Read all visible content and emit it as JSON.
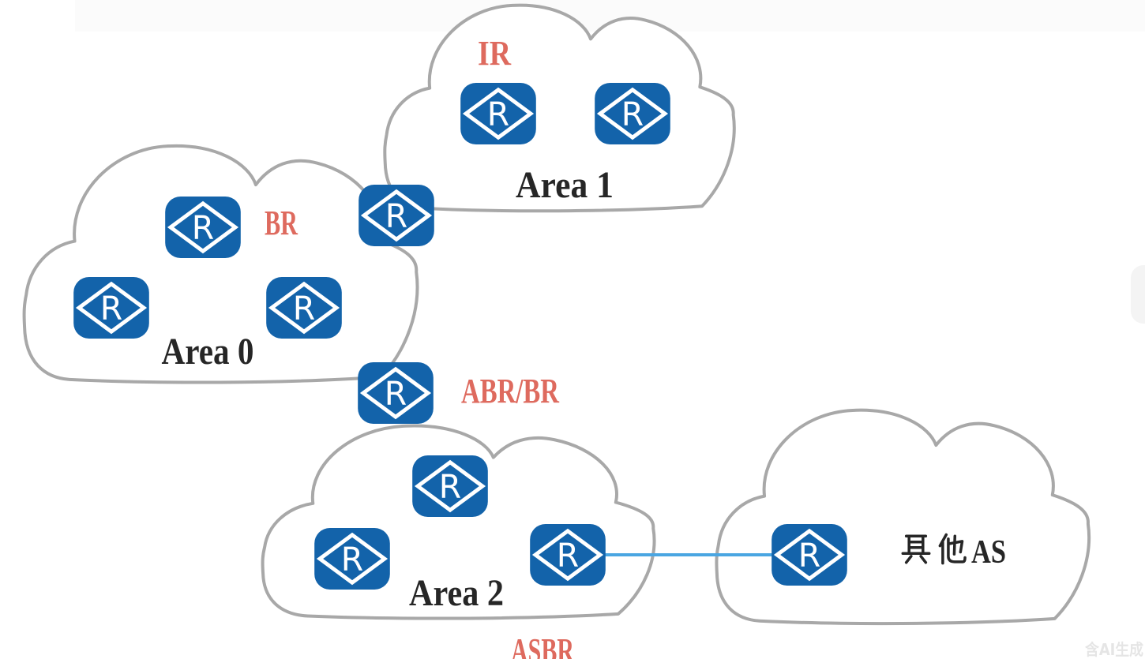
{
  "clouds": {
    "area1": {
      "label": "Area 1",
      "router_count": 2
    },
    "area0": {
      "label": "Area 0",
      "router_count": 3
    },
    "area2": {
      "label": "Area 2",
      "router_count": 3
    },
    "other_as": {
      "label": "其他AS",
      "label_latin_part": "AS",
      "router_count": 1
    }
  },
  "role_labels": {
    "ir": "IR",
    "br": "BR",
    "abr_br": "ABR/BR",
    "asbr": "ASBR"
  },
  "router_glyph": "R",
  "link": {
    "between": [
      "Area 2",
      "其他AS"
    ],
    "style": "solid"
  },
  "watermark": "含AI生成",
  "colors": {
    "router_blue": "#1363aa",
    "cloud_outline_gray": "#a8a8a8",
    "link_blue": "#4aa6e2",
    "role_label_red": "#de6a5e",
    "area_label_black": "#262626"
  }
}
